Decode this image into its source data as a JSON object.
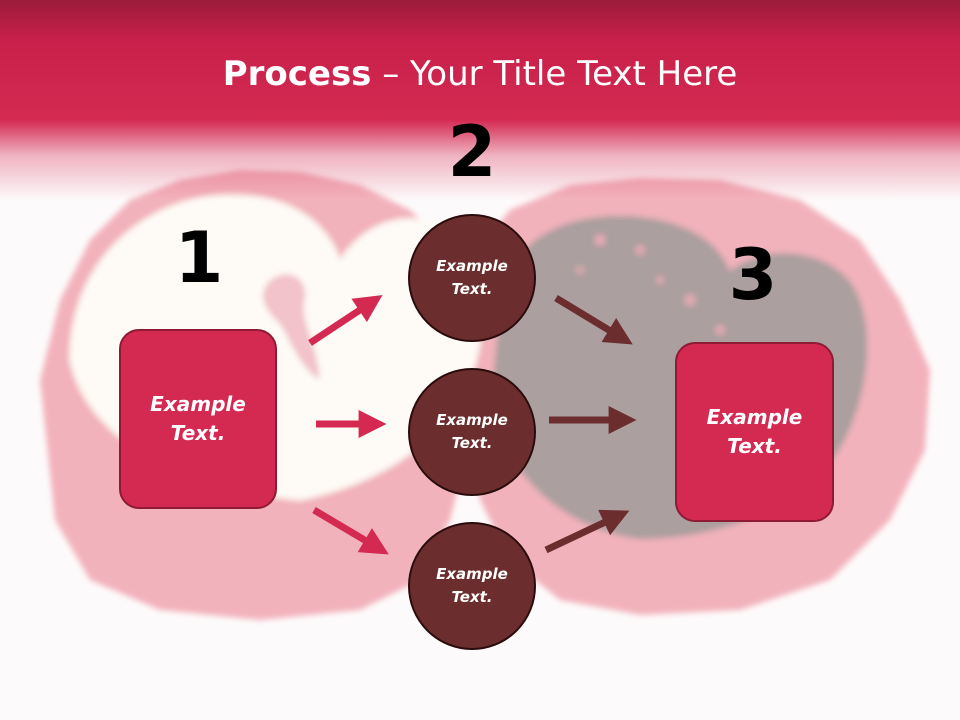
{
  "title": {
    "bold": "Process",
    "rest": " – Your Title Text Here"
  },
  "steps": {
    "one": "1",
    "two": "2",
    "three": "3"
  },
  "left_box": {
    "text": "Example\nText."
  },
  "right_box": {
    "text": "Example\nText."
  },
  "circles": [
    {
      "text": "Example\nText."
    },
    {
      "text": "Example\nText."
    },
    {
      "text": "Example\nText."
    }
  ],
  "colors": {
    "accent": "#d42a52",
    "dark": "#6b2d2d",
    "header": "#c8204a"
  }
}
